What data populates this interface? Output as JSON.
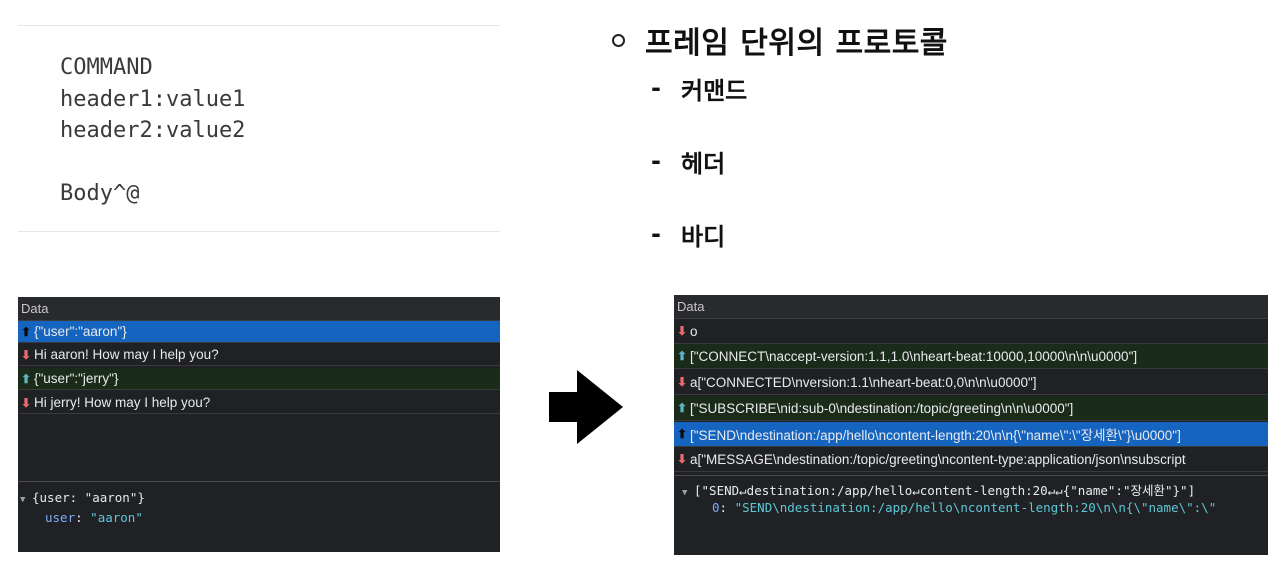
{
  "frame_example": {
    "lines": [
      "COMMAND",
      "header1:value1",
      "header2:value2",
      "",
      "Body^@"
    ]
  },
  "outline": {
    "heading": "프레임 단위의 프로토콜",
    "items": [
      {
        "dash": "-",
        "label": "커맨드"
      },
      {
        "dash": "-",
        "label": "헤더"
      },
      {
        "dash": "-",
        "label": "바디"
      }
    ]
  },
  "left_panel": {
    "header": "Data",
    "rows": [
      {
        "direction": "sent",
        "text": "{\"user\":\"aaron\"}",
        "selected": true
      },
      {
        "direction": "received",
        "text": "Hi aaron! How may I help you?",
        "selected": false
      },
      {
        "direction": "sent",
        "text": "{\"user\":\"jerry\"}",
        "selected": false
      },
      {
        "direction": "received",
        "text": "Hi jerry! How may I help you?",
        "selected": false
      }
    ],
    "preview": {
      "summary": "{user: \"aaron\"}",
      "key": "user",
      "value": "\"aaron\""
    }
  },
  "right_panel": {
    "header": "Data",
    "rows": [
      {
        "direction": "received",
        "text": "o",
        "selected": false
      },
      {
        "direction": "sent",
        "text": "[\"CONNECT\\naccept-version:1.1,1.0\\nheart-beat:10000,10000\\n\\n\\u0000\"]",
        "selected": false
      },
      {
        "direction": "received",
        "text": "a[\"CONNECTED\\nversion:1.1\\nheart-beat:0,0\\n\\n\\u0000\"]",
        "selected": false
      },
      {
        "direction": "sent",
        "text": "[\"SUBSCRIBE\\nid:sub-0\\ndestination:/topic/greeting\\n\\n\\u0000\"]",
        "selected": false
      },
      {
        "direction": "sent",
        "text": "[\"SEND\\ndestination:/app/hello\\ncontent-length:20\\n\\n{\\\"name\\\":\\\"장세환\\\"}\\u0000\"]",
        "selected": true
      },
      {
        "direction": "received",
        "text": "a[\"MESSAGE\\ndestination:/topic/greeting\\ncontent-type:application/json\\nsubscript",
        "selected": false
      }
    ],
    "preview": {
      "summary": "[\"SEND↵destination:/app/hello↵content-length:20↵↵{\"name\":\"장세환\"}\"]",
      "index": "0",
      "value": "\"SEND\\ndestination:/app/hello\\ncontent-length:20\\n\\n{\\\"name\\\":\\\""
    }
  },
  "icons": {
    "sent": "arrow-up-icon",
    "received": "arrow-down-icon",
    "transition": "right-arrow-icon"
  },
  "colors": {
    "selected_row": "#1565c0",
    "sent_row": "#1b2b1a",
    "sent_arrow": "#5fb4c4",
    "received_arrow": "#e86a6a",
    "panel_bg": "#202124"
  }
}
